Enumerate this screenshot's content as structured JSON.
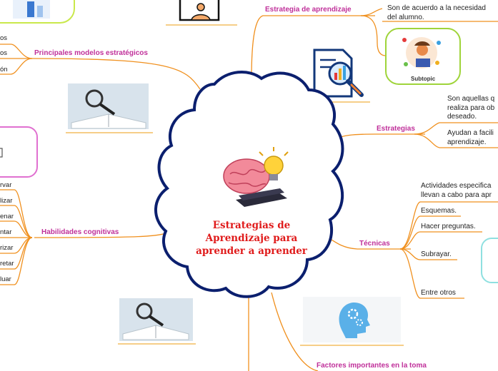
{
  "central": {
    "line1": "Estrategias de",
    "line2": "Aprendizaje para",
    "line3": "aprender a aprender"
  },
  "branches": {
    "estrategia_aprendizaje": {
      "label": "Estrategia de aprendizaje",
      "leaf1_line1": "Son de acuerdo a la necesidad",
      "leaf1_line2": "del alumno.",
      "subtopic": "Subtopic"
    },
    "estrategias": {
      "label": "Estrategias",
      "leaf1_line1": "Son aquellas q",
      "leaf1_line2": "realiza para ob",
      "leaf1_line3": "deseado.",
      "leaf2_line1": "Ayudan a facili",
      "leaf2_line2": "aprendizaje."
    },
    "tecnicas": {
      "label": "Técnicas",
      "leaf1_line1": "Actividades especifica",
      "leaf1_line2": "llevan a cabo para apr",
      "leaf2": "Esquemas.",
      "leaf3": "Hacer preguntas.",
      "leaf4": "Subrayar.",
      "leaf5": "Entre otros"
    },
    "factores": {
      "label": "Factores importantes en la toma"
    },
    "modelos": {
      "label": "Principales modelos estratégicos",
      "leaf1": "os",
      "leaf2": "os",
      "leaf3": "ón"
    },
    "habilidades": {
      "label": "Habilidades cognitivas",
      "items": [
        "rvar",
        "lizar",
        "enar",
        "ntar",
        "rizar",
        "retar",
        "luar"
      ]
    }
  },
  "colors": {
    "cloud_outline": "#0b1f6e",
    "branch_text": "#c0309a",
    "connector": "#f0901e",
    "central_text": "#e01b1b",
    "lime_border": "#c9e84a",
    "pink_border": "#e070d0",
    "teal_border": "#8fe0e0"
  }
}
